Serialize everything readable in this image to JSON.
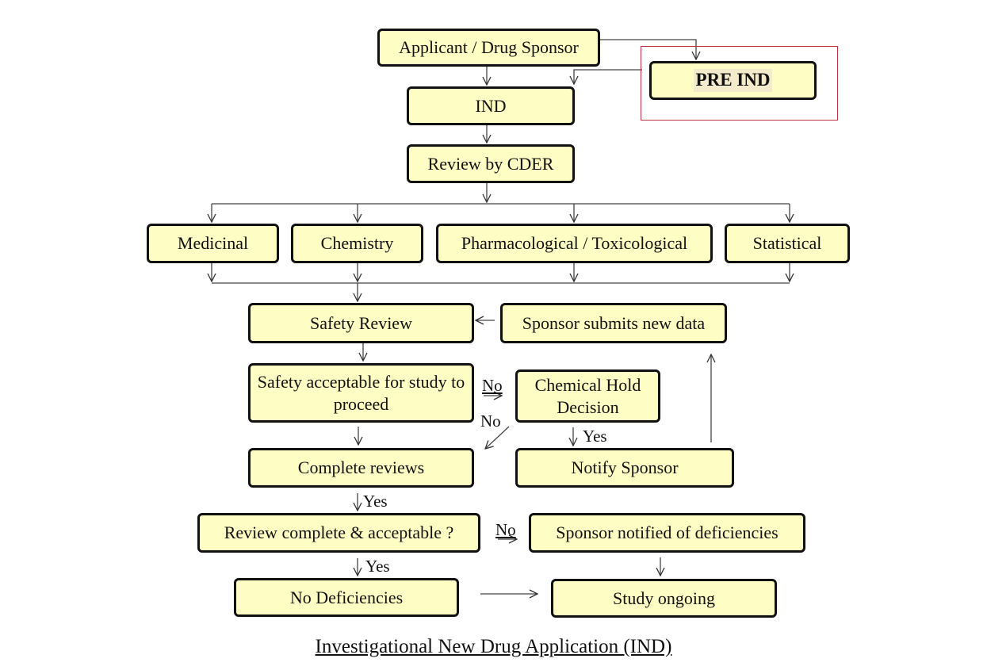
{
  "nodes": {
    "applicant": "Applicant / Drug Sponsor",
    "pre_ind": "PRE IND",
    "ind": "IND",
    "review_cder": "Review by CDER",
    "medicinal": "Medicinal",
    "chemistry": "Chemistry",
    "pharma_tox": "Pharmacological / Toxicological",
    "statistical": "Statistical",
    "safety_review": "Safety Review",
    "sponsor_new_data": "Sponsor submits new data",
    "safety_acceptable": "Safety acceptable for study to proceed",
    "chemical_hold": "Chemical Hold Decision",
    "complete_reviews": "Complete reviews",
    "notify_sponsor": "Notify Sponsor",
    "review_complete": "Review complete & acceptable ?",
    "deficiencies": "Sponsor notified of deficiencies",
    "no_deficiencies": "No Deficiencies",
    "study_ongoing": "Study ongoing"
  },
  "edge_labels": {
    "no_1": "No",
    "no_2": "No",
    "yes_hold": "Yes",
    "yes_complete": "Yes",
    "no_3": "No",
    "yes_final": "Yes"
  },
  "caption": "Investigational  New Drug Application (IND)"
}
